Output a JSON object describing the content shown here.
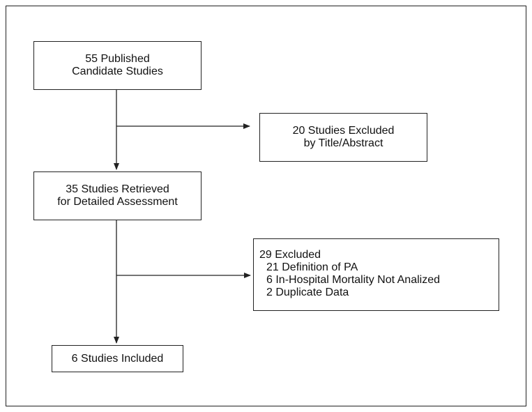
{
  "flowchart": {
    "box1": {
      "line1": "55 Published",
      "line2": "Candidate Studies"
    },
    "box2": {
      "line1": "20 Studies Excluded",
      "line2": "by Title/Abstract"
    },
    "box3": {
      "line1": "35 Studies Retrieved",
      "line2": "for Detailed Assessment"
    },
    "box4": {
      "heading": "29 Excluded",
      "items": [
        "21 Definition of PA",
        "6 In-Hospital Mortality Not Analized",
        "2 Duplicate Data"
      ]
    },
    "box5": {
      "line1": "6 Studies Included"
    }
  },
  "colors": {
    "stroke": "#222222",
    "background": "#ffffff"
  }
}
